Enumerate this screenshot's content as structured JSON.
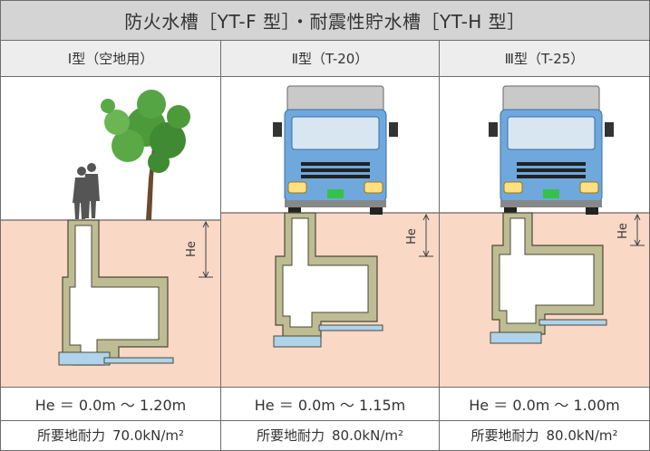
{
  "title": "防火水槽［YT-F 型］・耐震性貯水槽［YT-H 型］",
  "columns": [
    {
      "type_label": "Ⅰ型（空地用）",
      "he_range": "He ＝ 0.0m ～ 1.20m",
      "capacity_label": "所要地耐力",
      "capacity_value": "70.0kN/m²"
    },
    {
      "type_label": "Ⅱ型（T-20）",
      "he_range": "He ＝ 0.0m ～ 1.15m",
      "capacity_label": "所要地耐力",
      "capacity_value": "80.0kN/m²"
    },
    {
      "type_label": "Ⅲ型（T-25）",
      "he_range": "He ＝ 0.0m ～ 1.00m",
      "capacity_label": "所要地耐力",
      "capacity_value": "80.0kN/m²"
    }
  ],
  "dimension_label": "He",
  "colors": {
    "soil": "#f9d8c6",
    "wall": "#bdbc93",
    "wall_stroke": "#4a4a38",
    "base": "#aed3ea",
    "truck_body": "#6fa8dc",
    "truck_cab": "#c9c9c9",
    "tree": "#4c9a3a",
    "header_bg": "#d4d4d4"
  }
}
